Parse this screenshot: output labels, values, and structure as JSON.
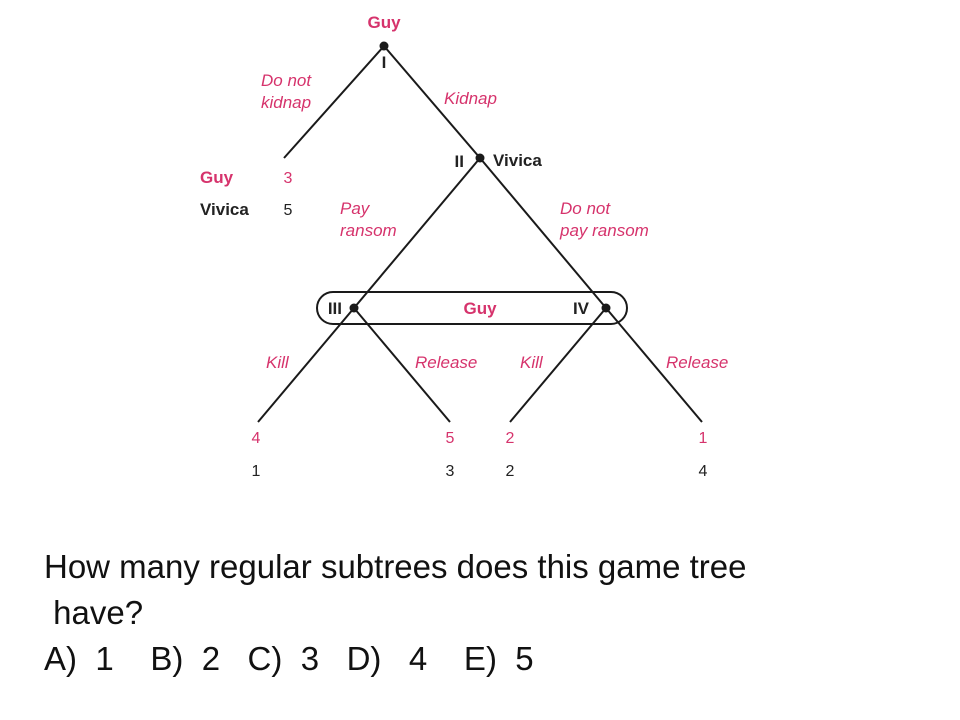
{
  "tree": {
    "root_player": "Guy",
    "root_numeral": "I",
    "edges": {
      "not_kidnap_l1": "Do not",
      "not_kidnap_l2": "kidnap",
      "kidnap": "Kidnap",
      "pay_l1": "Pay",
      "pay_l2": "ransom",
      "no_pay_l1": "Do not",
      "no_pay_l2": "pay ransom",
      "kill_left": "Kill",
      "release_left": "Release",
      "kill_right": "Kill",
      "release_right": "Release"
    },
    "node_II": {
      "numeral": "II",
      "player": "Vivica"
    },
    "info_set": {
      "numeral_left": "III",
      "player": "Guy",
      "numeral_right": "IV"
    },
    "payoff_legend": {
      "player1": "Guy",
      "player2": "Vivica"
    },
    "payoffs": {
      "not_kidnap": {
        "guy": "3",
        "vivica": "5"
      },
      "pay_kill": {
        "guy": "4",
        "vivica": "1"
      },
      "pay_release": {
        "guy": "5",
        "vivica": "3"
      },
      "nopay_kill": {
        "guy": "2",
        "vivica": "2"
      },
      "nopay_release": {
        "guy": "1",
        "vivica": "4"
      }
    },
    "colors": {
      "player1": "#d6336c",
      "player2": "#222222",
      "lines": "#1a1a1a"
    }
  },
  "question": {
    "line1": "How many regular subtrees does this game tree",
    "line2": " have?",
    "line3": "A)  1    B)  2   C)  3   D)   4    E)  5"
  }
}
